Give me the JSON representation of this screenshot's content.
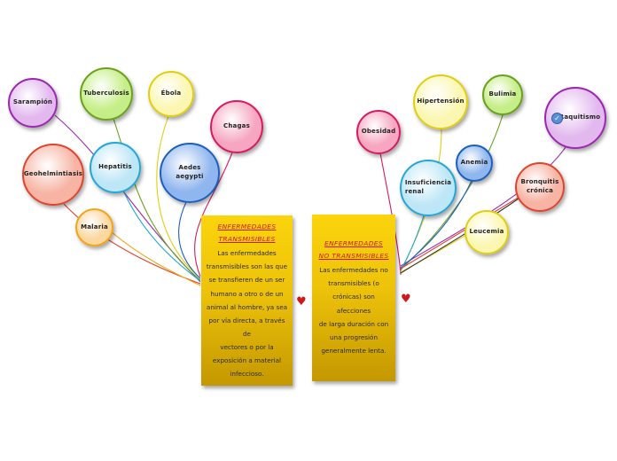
{
  "left_topic": {
    "title_line1": "ENFERMEDADES",
    "title_line2": "TRANSMISIBLES",
    "body": [
      "Las enfermedades",
      "transmisibles son las que",
      "se transfieren de un ser",
      "humano a otro o de un",
      "animal al hombre, ya sea",
      "por vía directa, a través de",
      "vectores o por la",
      "exposición a material",
      "infeccioso."
    ]
  },
  "right_topic": {
    "title_line1": "ENFERMEDADES",
    "title_line2": "NO TRANSMISIBLES",
    "body": [
      "Las enfermedades no",
      "transmisibles (o",
      "crónicas) son afecciones",
      "de larga duración con",
      "una progresión",
      "generalmente lenta."
    ]
  },
  "left_nodes": [
    {
      "key": "sarampion",
      "label": "Sarampión",
      "color": "#9c27b0",
      "fill": "#e2b8ee"
    },
    {
      "key": "tuberculosis",
      "label": "Tuberculosis",
      "color": "#6aa21c",
      "fill": "#c6ee88"
    },
    {
      "key": "ebola",
      "label": "Ébola",
      "color": "#e2ce10",
      "fill": "#fbf7b2"
    },
    {
      "key": "chagas",
      "label": "Chagas",
      "color": "#d81b60",
      "fill": "#f6a6c0"
    },
    {
      "key": "hepatitis",
      "label": "Hepatitis",
      "color": "#22a7d8",
      "fill": "#bde6f7"
    },
    {
      "key": "aedes",
      "label": "Aedes aegypti",
      "color": "#1d5fbf",
      "fill": "#8fb6ee"
    },
    {
      "key": "geohelmintiasis",
      "label": "Geohelmintiasis",
      "color": "#e0442c",
      "fill": "#f7b3a3"
    },
    {
      "key": "malaria",
      "label": "Malaria",
      "color": "#f4a416",
      "fill": "#fbd8a0"
    }
  ],
  "right_nodes": [
    {
      "key": "obesidad",
      "label": "Obesidad",
      "color": "#d81b60",
      "fill": "#f6a6c0"
    },
    {
      "key": "hipertension",
      "label": "Hipertensión",
      "color": "#e2ce10",
      "fill": "#fbf7b2"
    },
    {
      "key": "bulimia",
      "label": "Bulimia",
      "color": "#6aa21c",
      "fill": "#c6ee88"
    },
    {
      "key": "raquitismo",
      "label": "Raquitismo",
      "color": "#9c27b0",
      "fill": "#e2b8ee"
    },
    {
      "key": "anemia",
      "label": "Anemia",
      "color": "#1d5fbf",
      "fill": "#8fb6ee"
    },
    {
      "key": "insuficiencia",
      "label": "Insuficiencia renal",
      "color": "#22a7d8",
      "fill": "#bde6f7"
    },
    {
      "key": "bronquitis",
      "label": "Bronquitis crónica",
      "color": "#e0442c",
      "fill": "#f7b3a3"
    },
    {
      "key": "leucemia",
      "label": "Leucemia",
      "color": "#e2ce10",
      "fill": "#fbf7b2"
    }
  ],
  "markers": {
    "heart_left": "♥",
    "heart_right": "♥",
    "check": "✓"
  }
}
